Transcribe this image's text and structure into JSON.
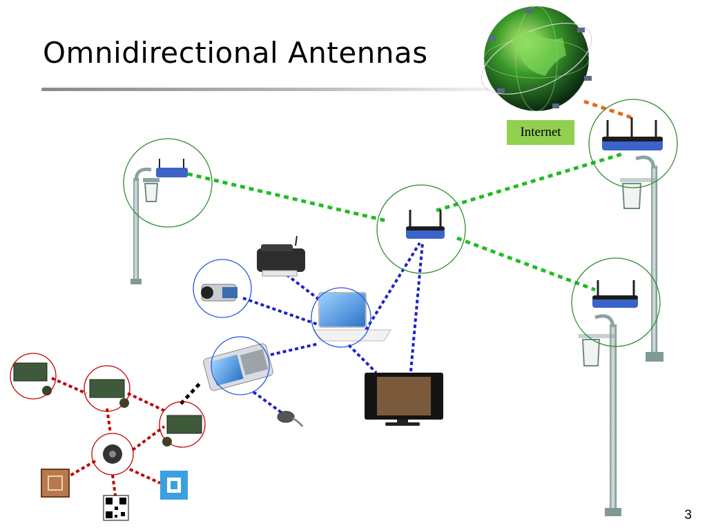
{
  "slide": {
    "title": "Omnidirectional Antennas",
    "internet_label": "Internet",
    "page_number": "3"
  },
  "colors": {
    "mesh_link": "#22bb22",
    "device_link": "#1f1fcc",
    "sensor_link": "#c00000",
    "uplink": "#e2691e",
    "bridge_link": "#000000",
    "label_bg": "#92d050",
    "router_circle": "#2e8b2e",
    "device_circle": "#2255dd",
    "sensor_circle": "#c00000"
  },
  "icons": [
    "globe-icon",
    "wireless-router-icon",
    "street-lamp-icon",
    "printer-icon",
    "camcorder-icon",
    "laptop-icon",
    "tv-icon",
    "pda-icon",
    "headset-icon",
    "sensor-board-icon",
    "sensor-node-icon",
    "rfid-tag-icon",
    "qr-code-icon",
    "chip-icon"
  ]
}
